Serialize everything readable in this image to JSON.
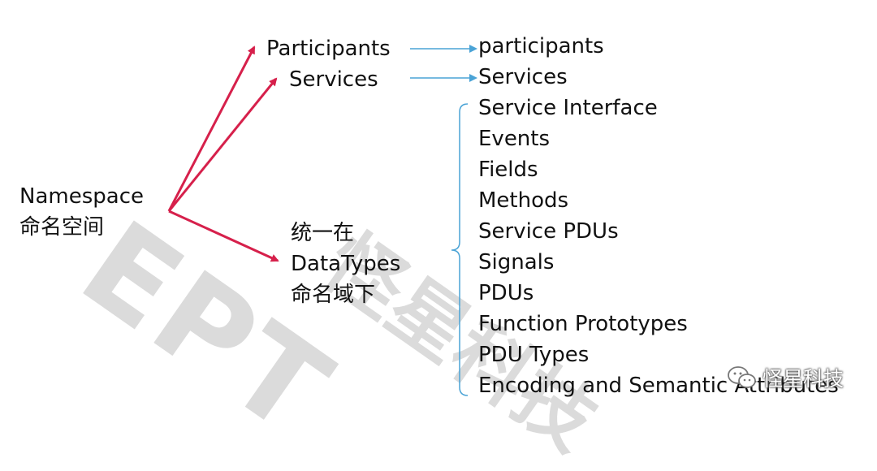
{
  "diagram": {
    "root": {
      "label": "Namespace",
      "label_cn": "命名空间"
    },
    "branches": [
      {
        "label": "Participants",
        "maps_to": "participants"
      },
      {
        "label": "Services",
        "maps_to": "Services"
      }
    ],
    "unified_note": [
      "统一在",
      "DataTypes",
      "命名域下"
    ],
    "datatypes_items": [
      "Service Interface",
      "Events",
      "Fields",
      "Methods",
      "Service PDUs",
      "Signals",
      "PDUs",
      "Function Prototypes",
      "PDU Types",
      "Encoding and Semantic Attributes"
    ],
    "colors": {
      "red_arrow": "#d6204b",
      "blue_arrow": "#4aa3d6",
      "brace": "#4aa3d6"
    }
  },
  "watermark": {
    "text": "EPT",
    "text_cn": "怪星科技"
  },
  "brand": {
    "text": "怪星科技",
    "icon": "wechat-icon"
  }
}
